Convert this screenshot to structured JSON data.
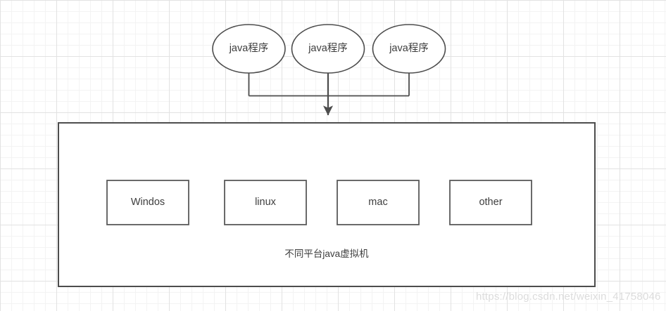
{
  "diagram": {
    "title_caption": "不同平台java虚拟机",
    "stroke_color": "#4d4d4d",
    "fill_color": "#ffffff",
    "text_color": "#3d3d3d",
    "programs": [
      {
        "label": "java程序"
      },
      {
        "label": "java程序"
      },
      {
        "label": "java程序"
      }
    ],
    "platforms": [
      {
        "label": "Windos"
      },
      {
        "label": "linux"
      },
      {
        "label": "mac"
      },
      {
        "label": "other"
      }
    ]
  },
  "watermark": {
    "text": "https://blog.csdn.net/weixin_41758046",
    "color": "#dcdcdc"
  }
}
